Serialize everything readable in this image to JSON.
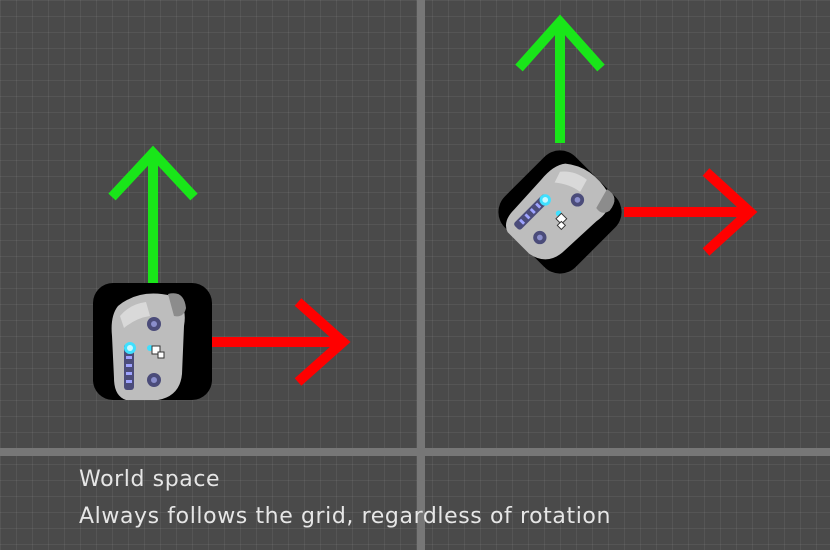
{
  "caption": {
    "title": "World space",
    "description": "Always follows the grid, regardless of rotation"
  },
  "colors": {
    "background": "#4a4a4a",
    "grid_line": "#5a5a5a",
    "origin_axis": "#777777",
    "x_axis_arrow": "#ff0000",
    "y_axis_arrow": "#19e619",
    "node_body": "#000000",
    "sprite_hull": "#bdbdbd",
    "sprite_light": "#3fe0ff"
  },
  "scene": {
    "left_node": {
      "icon": "spaceship-sprite",
      "rotation_deg": 0
    },
    "right_node": {
      "icon": "spaceship-sprite",
      "rotation_deg": 45
    }
  }
}
